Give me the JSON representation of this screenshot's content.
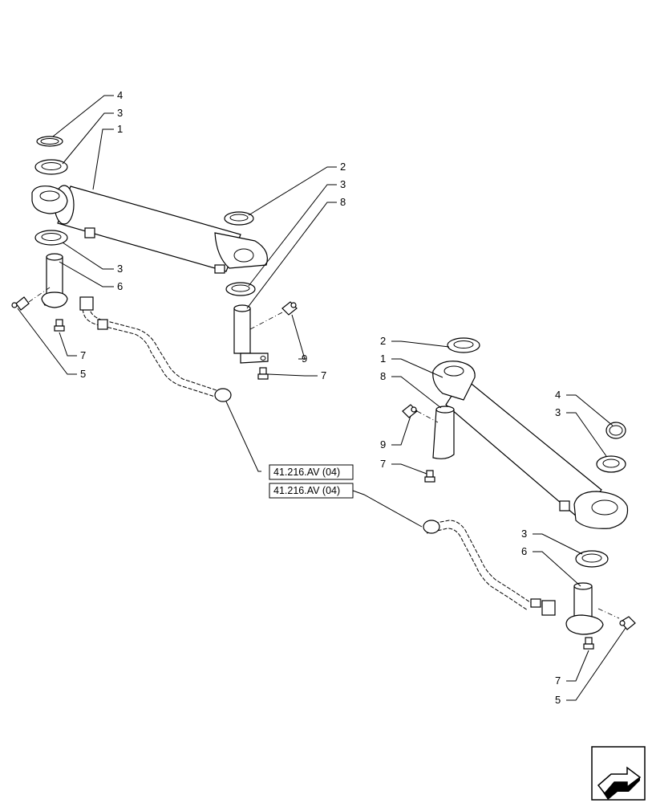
{
  "callouts": {
    "left_4": "4",
    "left_3a": "3",
    "left_1": "1",
    "left_2": "2",
    "left_3b": "3",
    "left_8": "8",
    "left_3c": "3",
    "left_6": "6",
    "left_9": "9",
    "left_7a": "7",
    "left_7b": "7",
    "left_5": "5",
    "right_2": "2",
    "right_1": "1",
    "right_8": "8",
    "right_4": "4",
    "right_3a": "3",
    "right_9": "9",
    "right_7a": "7",
    "right_3b": "3",
    "right_6": "6",
    "right_7b": "7",
    "right_5": "5"
  },
  "references": {
    "upper": "41.216.AV (04)",
    "lower": "41.216.AV (04)"
  },
  "nav_icon": "next-page-arrow-icon"
}
